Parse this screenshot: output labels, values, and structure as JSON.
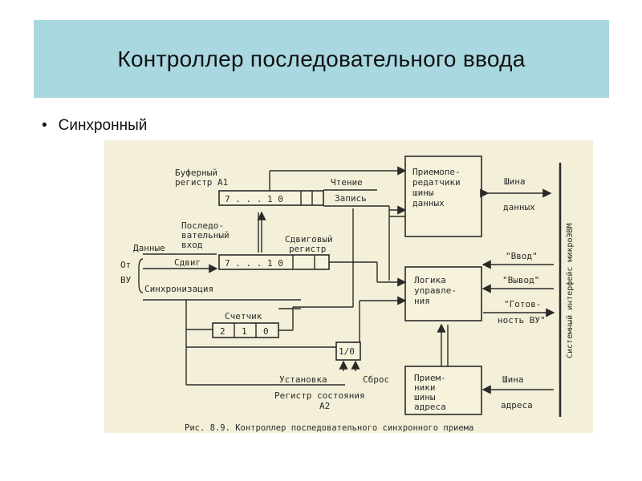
{
  "slide": {
    "title": "Контроллер последовательного  ввода",
    "bullet_marker": "•",
    "bullet_text": "Синхронный"
  },
  "diagram": {
    "buffer_reg_line1": "Буферный",
    "buffer_reg_line2": "регистр А1",
    "bits_top": "7  . . . 1 0",
    "read": "Чтение",
    "write": "Запись",
    "transceivers": [
      "Приемопе-",
      "редатчики",
      "шины",
      "данных"
    ],
    "data_bus": [
      "Шина",
      "данных"
    ],
    "serial_input": [
      "Последо-",
      "вательный",
      "вход"
    ],
    "shift_register": [
      "Сдвиговый",
      "регистр"
    ],
    "data": "Данные",
    "from_line1": "От",
    "from_line2": "ВУ",
    "shift": "Сдвиг",
    "bits_shift": "7  . . . 1 0",
    "sync": "Синхронизация",
    "counter": "Счетчик",
    "counter_bits": [
      "2",
      "1",
      "0"
    ],
    "control_logic": [
      "Логика",
      "управле-",
      "ния"
    ],
    "input_signal": "\"Ввод\"",
    "output_signal": "\"Вывод\"",
    "ready_line1": "\"Готов-",
    "ready_line2": "ность ВУ\"",
    "system_interface": "Системный интерфейс микроЭВМ",
    "flag": "1/0",
    "set": "Установка",
    "reset": "Сброс",
    "status_register_line1": "Регистр состояния",
    "status_register_line2": "А2",
    "address_receivers": [
      "Прием-",
      "ники",
      "шины",
      "адреса"
    ],
    "address_bus": [
      "Шина",
      "адреса"
    ],
    "caption": "Рис. 8.9. Контроллер последовательного синхронного приема"
  },
  "colors": {
    "title_band": "#a9d8e0",
    "figure_bg": "#f4efd8",
    "ink": "#2a2a2a"
  }
}
